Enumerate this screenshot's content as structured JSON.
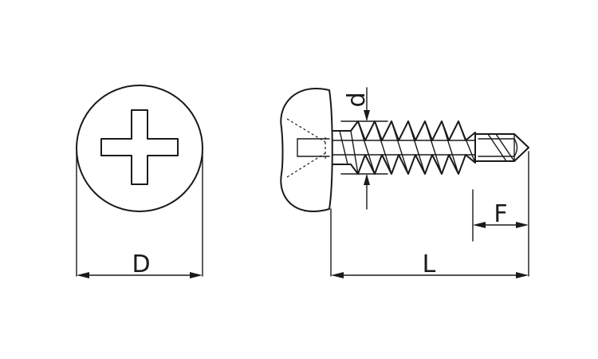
{
  "labels": {
    "head_diameter": "D",
    "thread_diameter": "d",
    "length": "L",
    "drill_point_length": "F"
  },
  "colors": {
    "line": "#1a1a1a",
    "background": "#ffffff"
  }
}
